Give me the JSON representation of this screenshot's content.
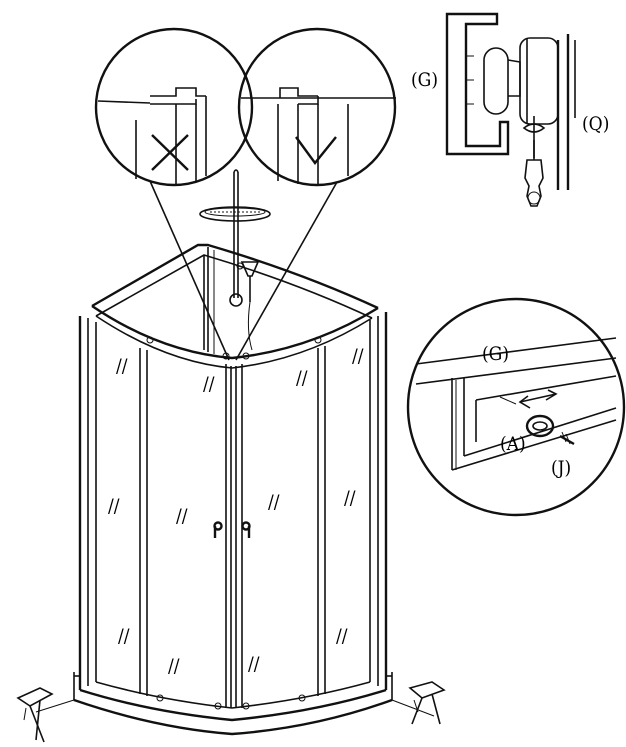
{
  "callouts": {
    "top_detail_label_g": "(G)",
    "top_detail_label_q": "(Q)",
    "rail_detail_label_g": "(G)",
    "rail_detail_label_a": "(A)",
    "rail_detail_label_j": "(J)"
  },
  "glass_marks": {
    "symbol": "//"
  },
  "colors": {
    "line": "#111111",
    "background": "#ffffff"
  },
  "icons": {
    "wrong_mark": "x-cross-icon",
    "right_mark": "check-mark-icon"
  }
}
